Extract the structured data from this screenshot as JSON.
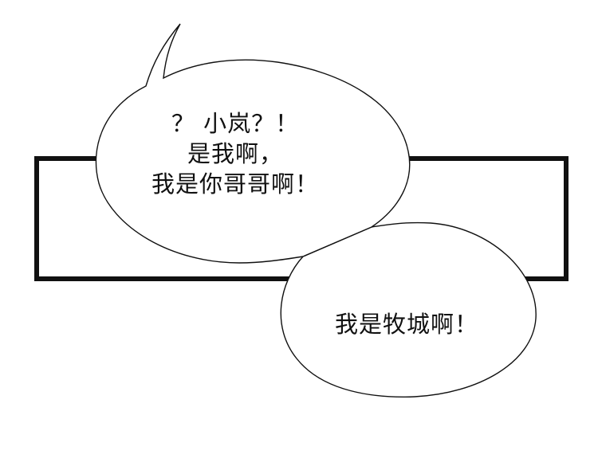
{
  "colors": {
    "background": "#ffffff",
    "ink": "#111111",
    "bubble_fill": "#ffffff"
  },
  "speech_bubbles": [
    {
      "lines": [
        "？ 小岚？！",
        "是我啊，",
        "我是你哥哥啊！"
      ]
    },
    {
      "lines": [
        "我是牧城啊！"
      ]
    }
  ]
}
